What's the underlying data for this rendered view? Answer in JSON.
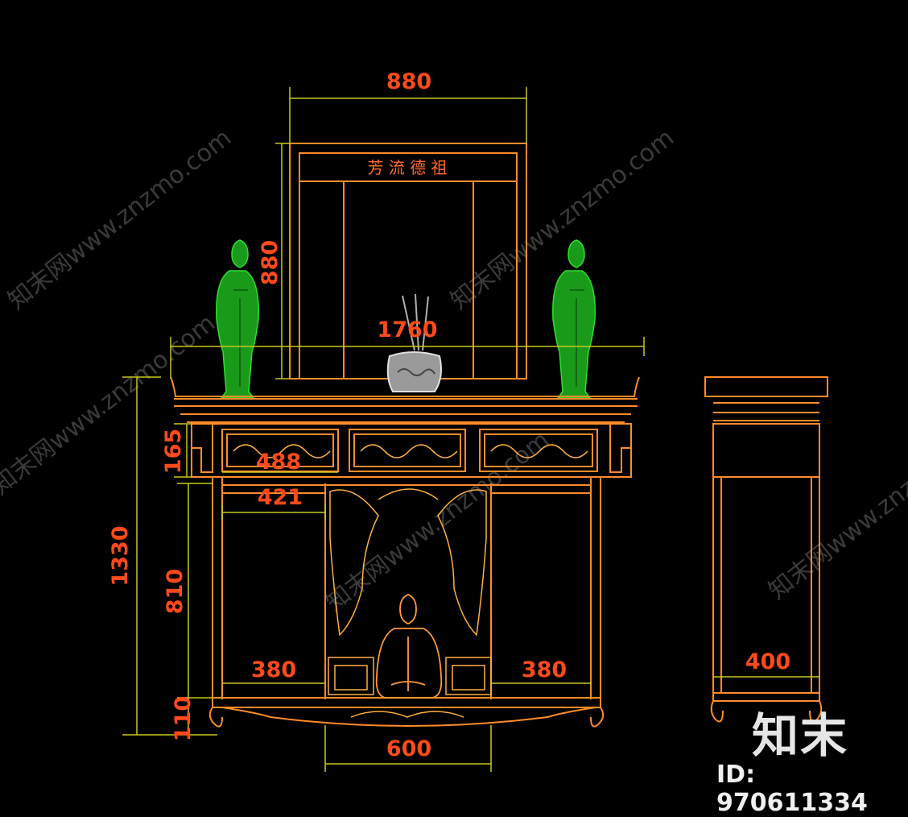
{
  "drawing": {
    "dimensions": {
      "top_width": "880",
      "panel_height": "880",
      "total_width": "1760",
      "drawer_width": "488",
      "drawer_height": "165",
      "opening_width": "421",
      "total_height": "1330",
      "cabinet_height": "810",
      "left_bay": "380",
      "right_bay": "380",
      "base_height": "110",
      "base_width": "600",
      "side_depth": "400"
    },
    "plaque_text": "芳 流 德 祖"
  },
  "watermark": {
    "site": "知末网www.znzmo.com"
  },
  "branding": {
    "logo": "知末",
    "id_label": "ID: 970611334"
  },
  "colors": {
    "background": "#000000",
    "dimension_line": "#c8c81e",
    "dimension_text": "#ff4a1c",
    "furniture_line": "#ff8c2a",
    "statue": "#1fc41f",
    "censer": "#c8c8c8"
  }
}
